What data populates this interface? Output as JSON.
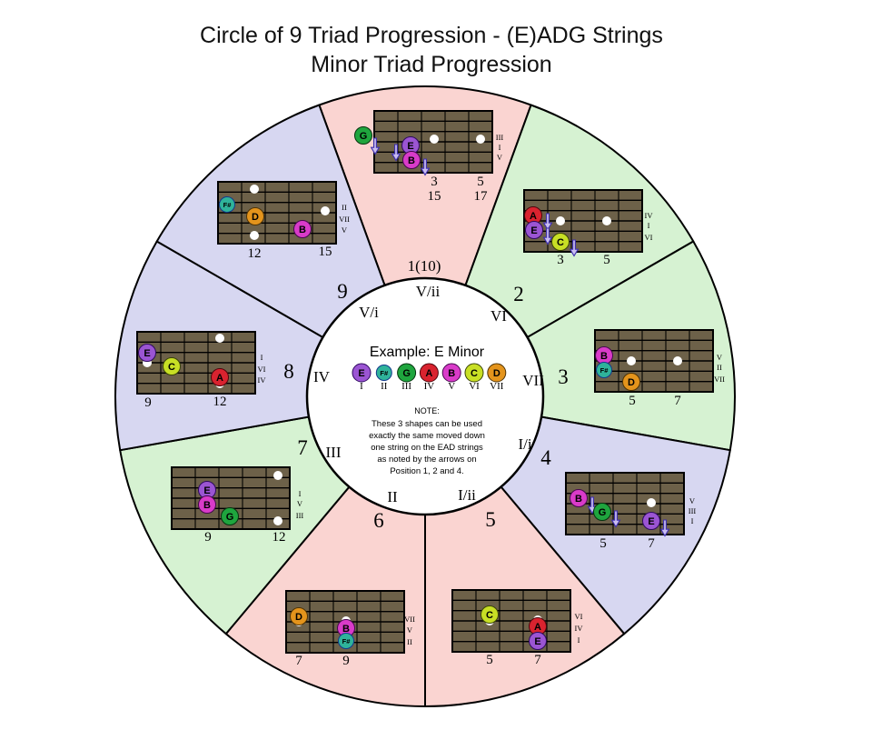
{
  "title": {
    "line1": "Circle of 9 Triad Progression - (E)ADG Strings",
    "line2": "Minor Triad Progression"
  },
  "palette": {
    "wedge_pink": "#fad4d1",
    "wedge_green": "#d6f2d2",
    "wedge_lavender": "#d7d7f1",
    "board_brown": "#6d6149",
    "marker_white": "#ffffff",
    "arrow_fill": "#c9bdf0",
    "arrow_stroke": "#3d2fb0",
    "outline_black": "#000000"
  },
  "note_colors": {
    "E": {
      "fill": "#9b55d3",
      "ink": "#2d0a5e"
    },
    "F#": {
      "fill": "#2fb39a",
      "ink": "#123a8c"
    },
    "G": {
      "fill": "#1fa53e",
      "ink": "#06330f"
    },
    "A": {
      "fill": "#d9232f",
      "ink": "#4d060c"
    },
    "B": {
      "fill": "#d93bc9",
      "ink": "#44094d"
    },
    "C": {
      "fill": "#c8df25",
      "ink": "#3a4406"
    },
    "D": {
      "fill": "#e4941c",
      "ink": "#4f3305"
    }
  },
  "center": {
    "example_label": "Example: E Minor",
    "scale_notes": [
      "E",
      "F#",
      "G",
      "A",
      "B",
      "C",
      "D"
    ],
    "scale_numerals": [
      "I",
      "II",
      "III",
      "IV",
      "V",
      "VI",
      "VII"
    ],
    "note_heading": "NOTE:",
    "note_lines": [
      "These 3 shapes can be used",
      "exactly the same moved down",
      "one string on the EAD strings",
      "as noted by the arrows on",
      "Position 1, 2 and 4."
    ]
  },
  "positions": [
    {
      "number": "1(10)",
      "wedge_numeral": "V/ii",
      "color": "#fad4d1",
      "side_numerals": [
        "III",
        "I",
        "V"
      ],
      "fret_numbers": [
        "3",
        "5"
      ],
      "fret_numbers_row2": [
        "15",
        "17"
      ],
      "notes": [
        "G",
        "E",
        "B"
      ]
    },
    {
      "number": "2",
      "wedge_numeral": "VI",
      "color": "#d6f2d2",
      "side_numerals": [
        "IV",
        "I",
        "VI"
      ],
      "fret_numbers": [
        "3",
        "5"
      ],
      "notes": [
        "A",
        "E",
        "C"
      ]
    },
    {
      "number": "3",
      "wedge_numeral": "VII",
      "color": "#d6f2d2",
      "side_numerals": [
        "V",
        "II",
        "VII"
      ],
      "fret_numbers": [
        "5",
        "7"
      ],
      "notes": [
        "B",
        "F#",
        "D"
      ]
    },
    {
      "number": "4",
      "wedge_numeral": "I/i",
      "color": "#d7d7f1",
      "side_numerals": [
        "V",
        "III",
        "I"
      ],
      "fret_numbers": [
        "5",
        "7"
      ],
      "notes": [
        "B",
        "G",
        "E"
      ]
    },
    {
      "number": "5",
      "wedge_numeral": "I/ii",
      "color": "#fad4d1",
      "side_numerals": [
        "VI",
        "IV",
        "I"
      ],
      "fret_numbers": [
        "5",
        "7"
      ],
      "notes": [
        "C",
        "A",
        "E"
      ]
    },
    {
      "number": "6",
      "wedge_numeral": "II",
      "color": "#fad4d1",
      "side_numerals": [
        "VII",
        "V",
        "II"
      ],
      "fret_numbers": [
        "7",
        "9"
      ],
      "notes": [
        "D",
        "B",
        "F#"
      ]
    },
    {
      "number": "7",
      "wedge_numeral": "III",
      "color": "#d6f2d2",
      "side_numerals": [
        "I",
        "V",
        "III"
      ],
      "fret_numbers": [
        "9",
        "12"
      ],
      "notes": [
        "E",
        "B",
        "G"
      ]
    },
    {
      "number": "8",
      "wedge_numeral": "IV",
      "color": "#d7d7f1",
      "side_numerals": [
        "I",
        "VI",
        "IV"
      ],
      "fret_numbers": [
        "9",
        "12"
      ],
      "notes": [
        "E",
        "C",
        "A"
      ]
    },
    {
      "number": "9",
      "wedge_numeral": "V/i",
      "color": "#d7d7f1",
      "side_numerals": [
        "II",
        "VII",
        "V"
      ],
      "fret_numbers": [
        "12",
        "15"
      ],
      "notes": [
        "F#",
        "D",
        "B"
      ]
    }
  ]
}
